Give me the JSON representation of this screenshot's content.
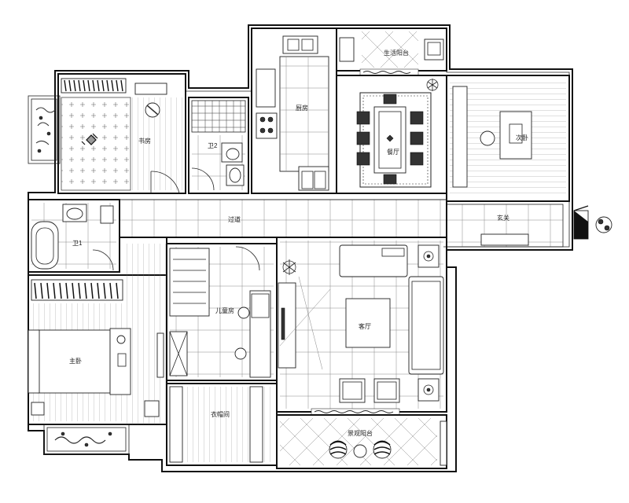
{
  "rooms": {
    "balcony_service": "生活阳台",
    "second_bedroom": "次卧",
    "bathroom_second": "卫1",
    "kitchen": "厨房",
    "dining_area": "餐厅",
    "study": "书房",
    "bathroom_master": "卫2",
    "corridor": "过道",
    "foyer": "玄关",
    "master_bedroom": "主卧",
    "child_room": "儿童房",
    "living_room": "客厅",
    "cloakroom": "衣帽间",
    "living_balcony": "景观阳台"
  }
}
